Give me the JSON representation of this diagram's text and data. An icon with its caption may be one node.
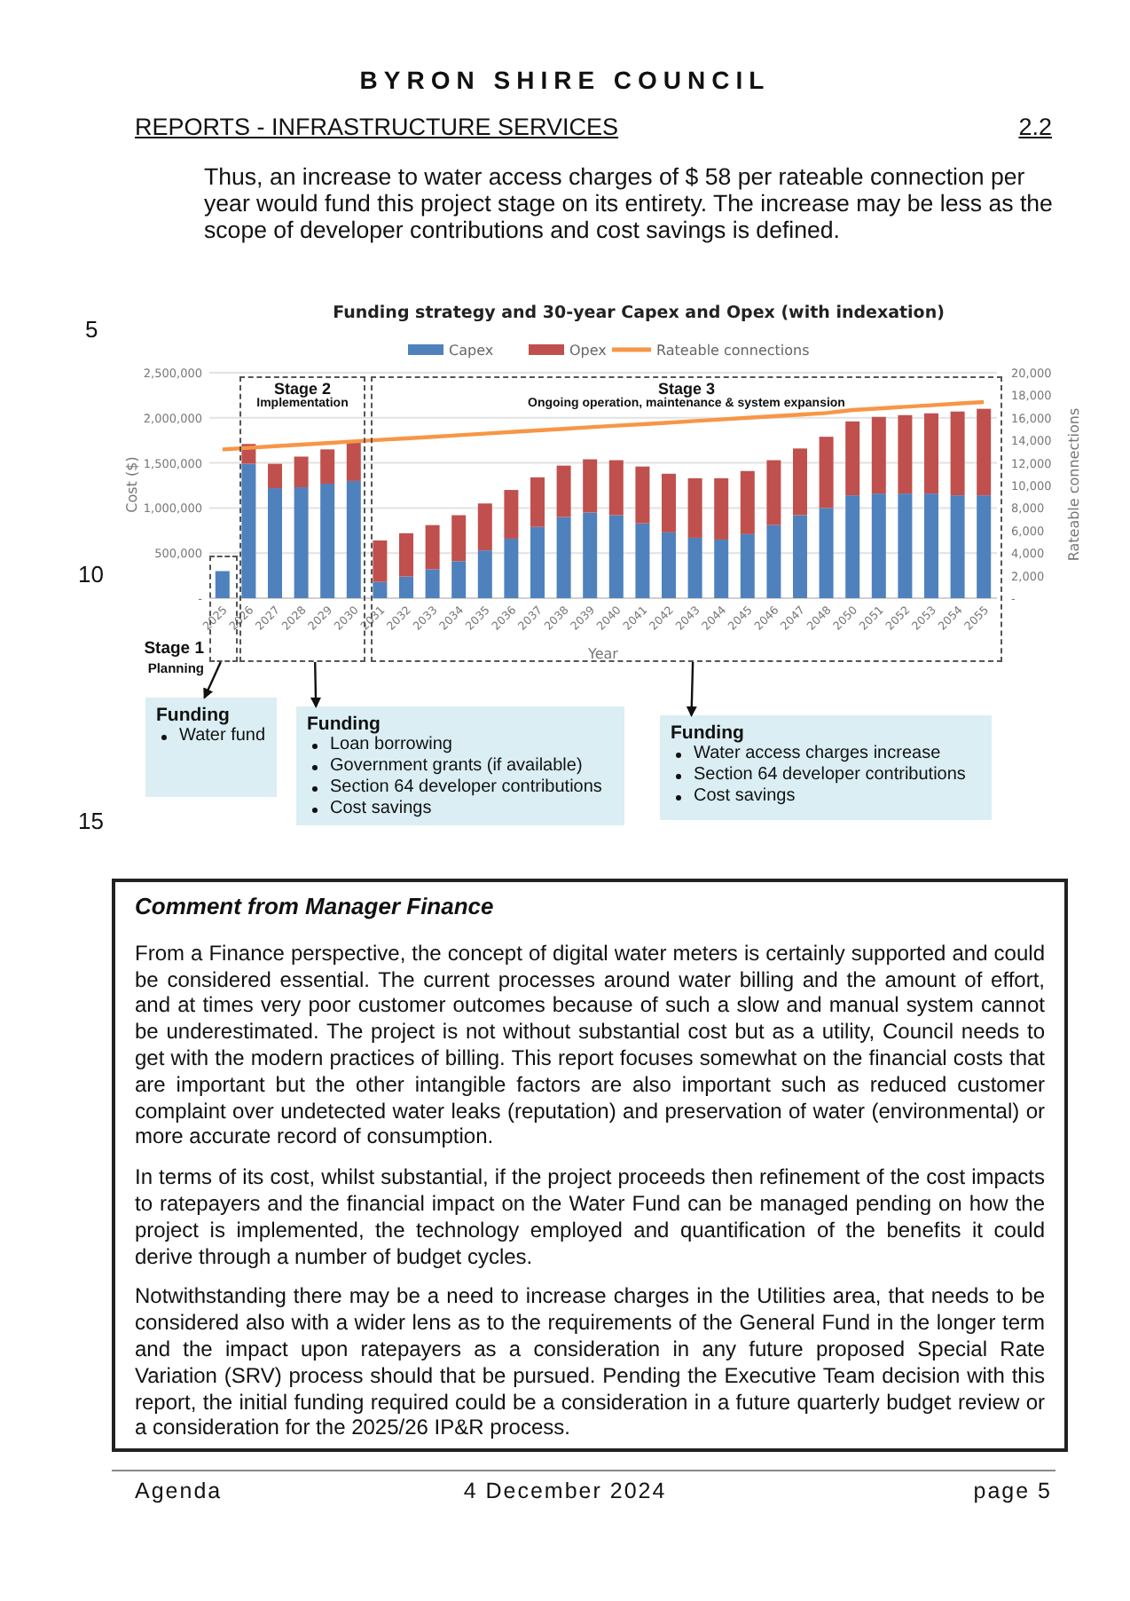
{
  "diagram": {
    "title": "BYRON SHIRE COUNCIL",
    "nodes": [
      {
        "text": [
          "Stage 1",
          "Planning"
        ]
      },
      {
        "text": [
          "Stage 2",
          "Implementation"
        ]
      },
      {
        "text": [
          "Stage 3",
          "Ongoing operation, maintenance & system expansion"
        ]
      },
      {
        "text": [
          "Funding",
          "Water fund"
        ]
      },
      {
        "text": [
          "Funding",
          "Loan borrowing",
          "Government grants (if available)",
          "Section 64 developer contributions",
          "Cost savings"
        ]
      },
      {
        "text": [
          "Funding",
          "Water access charges increase",
          "Section 64 developer contributions",
          "Cost savings"
        ]
      },
      {
        "text": [
          "Comment from Manager Finance",
          "From a Finance perspective, the concept of digital water meters is certainly supported and could be considered essential.  The current processes around water billing and the amount of effort, and at times very poor customer outcomes because of such a slow and manual system cannot be underestimated.  The project is not without substantial cost but as a utility, Council needs to get with the modern practices of billing. This report focuses somewhat on the financial costs that are important but the other intangible factors are also important such as reduced customer complaint over undetected water leaks (reputation) and preservation of water (environmental) or more accurate record of consumption.",
          "In terms of its cost, whilst substantial, if the project proceeds then refinement of the cost impacts to ratepayers and the financial impact on the Water Fund can be managed pending on how the project is implemented, the technology employed and quantification of the benefits it could derive through a number of budget cycles.",
          "Notwithstanding there may be a need to increase charges in the Utilities area, that needs to be considered also with a wider lens as to the requirements of the General Fund in the longer term and the impact upon ratepayers as a consideration in any future proposed Special Rate Variation (SRV) process should that be pursued.  Pending the Executive Team decision with this report, the initial funding required could be a consideration in a future quarterly budget review or a consideration for the 2025/26 IP&R process."
        ]
      }
    ],
    "edges": [
      {
        "from": 0,
        "to": 3,
        "arrow": "to"
      },
      {
        "from": 1,
        "to": 4,
        "arrow": "to"
      },
      {
        "from": 2,
        "to": 5,
        "arrow": "to"
      }
    ],
    "labels": [
      "REPORTS - INFRASTRUCTURE SERVICES",
      "2.2",
      "Thus, an increase to water access charges of $ 58 per rateable connection per year would fund this project stage on its entirety.  The increase may be less as the scope of developer contributions and cost savings is defined.",
      "5",
      "10",
      "15",
      "Agenda",
      "4 December 2024",
      "page 5"
    ],
    "chart_data": {
      "type": "bar",
      "title": "Funding strategy  and 30-year Capex and Opex (with indexation)",
      "xlabel": "Year",
      "ylabel": "Cost ($)",
      "stacked": true,
      "orientation": "vertical",
      "categories": [
        "2025",
        "2026",
        "2027",
        "2028",
        "2029",
        "2030",
        "2031",
        "2032",
        "2033",
        "2034",
        "2035",
        "2036",
        "2037",
        "2038",
        "2039",
        "2040",
        "2041",
        "2042",
        "2043",
        "2044",
        "2045",
        "2046",
        "2047",
        "2048",
        "2050",
        "2051",
        "2052",
        "2053",
        "2054",
        "2055"
      ],
      "series": [
        {
          "name": "Capex",
          "color": "#4f81bd",
          "values": [
            300000,
            1490000,
            1220000,
            1230000,
            1270000,
            1300000,
            180000,
            240000,
            320000,
            410000,
            530000,
            660000,
            790000,
            900000,
            950000,
            920000,
            830000,
            730000,
            670000,
            650000,
            710000,
            810000,
            920000,
            1000000,
            1140000,
            1160000,
            1160000,
            1160000,
            1140000,
            1140000
          ]
        },
        {
          "name": "Opex",
          "color": "#c0504d",
          "values": [
            0,
            220000,
            270000,
            340000,
            380000,
            440000,
            460000,
            480000,
            490000,
            510000,
            520000,
            540000,
            550000,
            570000,
            590000,
            610000,
            630000,
            650000,
            660000,
            680000,
            700000,
            720000,
            740000,
            790000,
            820000,
            850000,
            870000,
            890000,
            930000,
            960000
          ]
        },
        {
          "name": "Rateable connections",
          "color": "#f79646",
          "type": "line",
          "axis": "y2",
          "values": [
            13200,
            13340,
            13480,
            13620,
            13760,
            13900,
            14040,
            14180,
            14320,
            14460,
            14600,
            14740,
            14880,
            15020,
            15160,
            15300,
            15440,
            15580,
            15720,
            15860,
            16000,
            16140,
            16280,
            16420,
            16700,
            16840,
            16980,
            17120,
            17260,
            17400
          ]
        }
      ],
      "ylim": [
        0,
        2500000
      ],
      "grid": true,
      "legend": "top",
      "y2lim": [
        0,
        20000
      ],
      "y2label": "Rateable connections",
      "y2ticks": [
        {
          "value": 0,
          "label": "-"
        },
        {
          "value": 2000,
          "label": "2,000"
        },
        {
          "value": 4000,
          "label": "4,000"
        },
        {
          "value": 6000,
          "label": "6,000"
        },
        {
          "value": 8000,
          "label": "8,000"
        },
        {
          "value": 10000,
          "label": "10,000"
        },
        {
          "value": 12000,
          "label": "12,000"
        },
        {
          "value": 14000,
          "label": "14,000"
        },
        {
          "value": 16000,
          "label": "16,000"
        },
        {
          "value": 18000,
          "label": "18,000"
        },
        {
          "value": 20000,
          "label": "20,000"
        }
      ],
      "yticks": [
        {
          "value": 0,
          "label": "-"
        },
        {
          "value": 500000,
          "label": "500,000"
        },
        {
          "value": 1000000,
          "label": "1,000,000"
        },
        {
          "value": 1500000,
          "label": "1,500,000"
        },
        {
          "value": 2000000,
          "label": "2,000,000"
        },
        {
          "value": 2500000,
          "label": "2,500,000"
        }
      ]
    }
  }
}
